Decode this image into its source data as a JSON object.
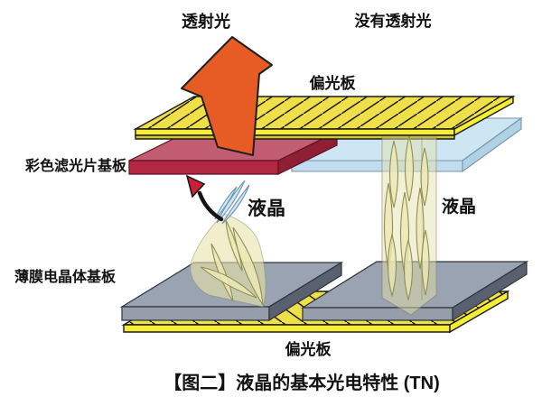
{
  "figure": {
    "caption": "【图二】液晶的基本光电特性 (TN)"
  },
  "labels": {
    "transmitted_light": "透射光",
    "no_transmitted_light": "没有透射光",
    "polarizer_top": "偏光板",
    "polarizer_bottom": "偏光板",
    "color_filter_substrate": "彩色滤光片基板",
    "tft_substrate": "薄膜电晶体基板",
    "liquid_crystal_left": "液晶",
    "liquid_crystal_right": "液晶"
  },
  "icons": {
    "transmitted_light_arrow": "up-arrow-icon",
    "twist_rotation_arrow": "curved-arrow-icon"
  },
  "colors": {
    "polarizer_top_face": "#EFE049",
    "polarizer_front_face": "#F6EE35",
    "polarizer_under_strip": "#D8C81F",
    "color_filter_top": "#C25C72",
    "color_filter_front": "#B32742",
    "color_filter_side": "#8E1F35",
    "glass_blue_top": "#CDE6F4",
    "glass_blue_front": "#C0DDEF",
    "glass_blue_side": "#B0D2E7",
    "tft_gray_top": "#99A3B1",
    "tft_gray_front": "#959DAB",
    "tft_gray_side": "#596070",
    "light_arrow_orange": "#E65C24",
    "lc_leaf_fill": "#EDE8B6",
    "lc_column_fill": "#E6E2AC",
    "lc_blue_leaf_fill": "#C5E3F4",
    "twist_arrow_red": "#C9203A",
    "text_black": "#111111"
  }
}
